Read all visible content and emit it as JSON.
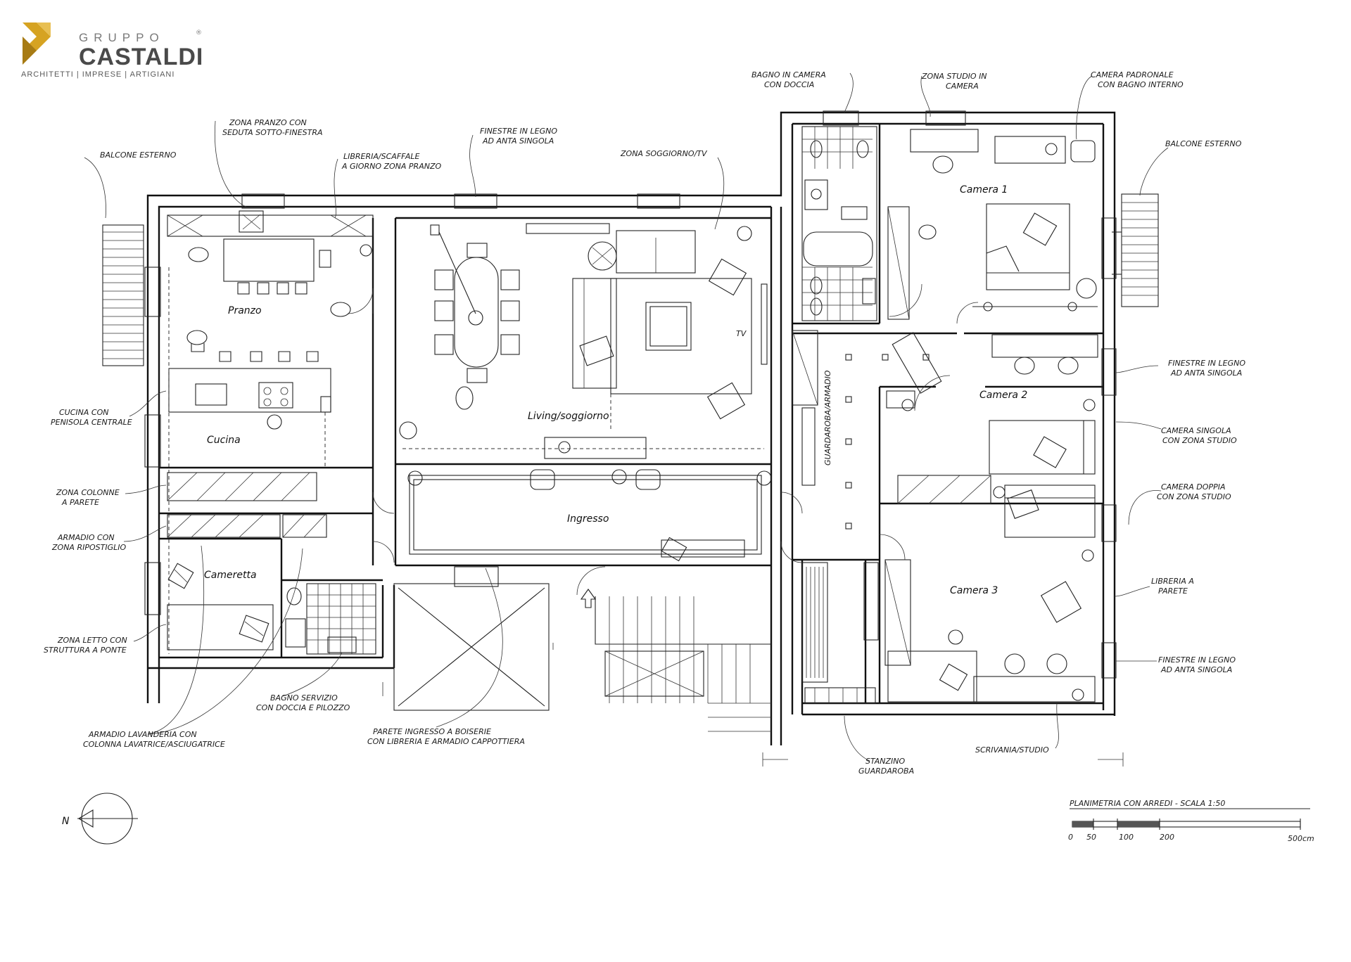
{
  "logo": {
    "brand_top": "GRUPPO",
    "brand_main": "CASTALDI",
    "registered": "®",
    "tagline": "ARCHITETTI | IMPRESE | ARTIGIANI",
    "accent_color": "#d6a322",
    "icon": "castaldi-chevron-logo"
  },
  "annotations": {
    "balcone_ovest": "BALCONE ESTERNO",
    "zona_pranzo_1": "ZONA PRANZO CON",
    "zona_pranzo_2": "SEDUTA SOTTO-FINESTRA",
    "libreria_pranzo_1": "LIBRERIA/SCAFFALE",
    "libreria_pranzo_2": "A GIORNO ZONA PRANZO",
    "finestre_living_1": "FINESTRE IN LEGNO",
    "finestre_living_2": "AD ANTA SINGOLA",
    "zona_soggiorno": "ZONA SOGGIORNO/TV",
    "bagno_camera_1": "BAGNO IN CAMERA",
    "bagno_camera_2": "CON DOCCIA",
    "zona_studio_1": "ZONA STUDIO IN",
    "zona_studio_2": "CAMERA",
    "camera_padronale_1": "CAMERA PADRONALE",
    "camera_padronale_2": "CON BAGNO INTERNO",
    "balcone_est": "BALCONE ESTERNO",
    "cucina_penisola_1": "CUCINA CON",
    "cucina_penisola_2": "PENISOLA CENTRALE",
    "zona_colonne_1": "ZONA COLONNE",
    "zona_colonne_2": "A PARETE",
    "armadio_ripostiglio_1": "ARMADIO CON",
    "armadio_ripostiglio_2": "ZONA RIPOSTIGLIO",
    "zona_letto_1": "ZONA LETTO CON",
    "zona_letto_2": "STRUTTURA A PONTE",
    "armadio_lavanderia_1": "ARMADIO LAVANDERIA CON",
    "armadio_lavanderia_2": "COLONNA LAVATRICE/ASCIUGATRICE",
    "bagno_servizio_1": "BAGNO SERVIZIO",
    "bagno_servizio_2": "CON DOCCIA E PILOZZO",
    "parete_ingresso_1": "PARETE INGRESSO A BOISERIE",
    "parete_ingresso_2": "CON LIBRERIA E ARMADIO CAPPOTTIERA",
    "finestre_camera2_1": "FINESTRE IN LEGNO",
    "finestre_camera2_2": "AD ANTA SINGOLA",
    "camera_singola_1": "CAMERA SINGOLA",
    "camera_singola_2": "CON ZONA STUDIO",
    "camera_doppia_1": "CAMERA DOPPIA",
    "camera_doppia_2": "CON ZONA STUDIO",
    "libreria_parete_1": "LIBRERIA A",
    "libreria_parete_2": "PARETE",
    "finestre_camera3_1": "FINESTRE IN LEGNO",
    "finestre_camera3_2": "AD ANTA SINGOLA",
    "stanzino_1": "STANZINO",
    "stanzino_2": "GUARDAROBA",
    "scrivania": "SCRIVANIA/STUDIO",
    "guardaroba_corridoio": "GUARDAROBA/ARMADIO"
  },
  "rooms": {
    "pranzo": "Pranzo",
    "cucina": "Cucina",
    "cameretta": "Cameretta",
    "living": "Living/soggiorno",
    "ingresso": "Ingresso",
    "camera1": "Camera 1",
    "camera2": "Camera 2",
    "camera3": "Camera 3",
    "tv": "TV"
  },
  "scale": {
    "title": "PLANIMETRIA CON ARREDI - SCALA 1:50",
    "ticks": [
      "0",
      "50",
      "100",
      "200"
    ],
    "end": "500cm"
  },
  "north": {
    "label": "N",
    "icon": "north-arrow-icon"
  }
}
